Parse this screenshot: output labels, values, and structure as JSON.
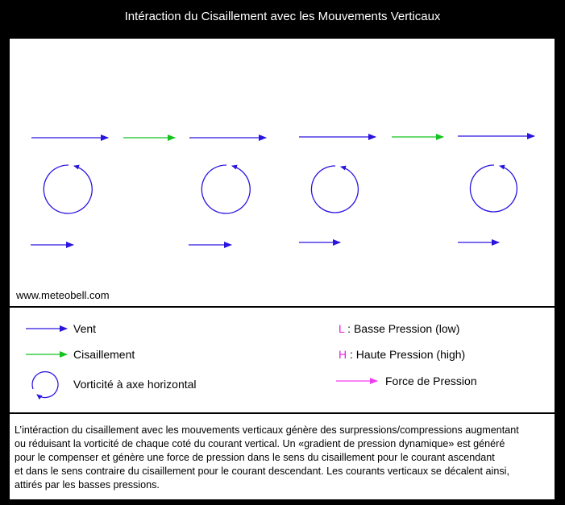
{
  "title": "Intéraction du Cisaillement avec les Mouvements Verticaux",
  "watermark": "www.meteobell.com",
  "colors": {
    "vent": "#2a14e0",
    "cisaillement": "#14c31e",
    "vorticite": "#2a14e0",
    "force_pression": "#f03cf0",
    "pression_letter": "#e61ee6"
  },
  "legend": {
    "vent": "Vent",
    "cisaillement": "Cisaillement",
    "vorticite": "Vorticité à axe horizontal",
    "basse_pression_letter": "L",
    "basse_pression_label": " : Basse Pression (low)",
    "haute_pression_letter": "H",
    "haute_pression_label": " : Haute Pression (high)",
    "force_pression": "Force de Pression"
  },
  "description": [
    "L’intéraction du cisaillement avec les mouvements verticaux génère des surpressions/compressions augmentant",
    "ou réduisant la vorticité de chaque coté du courant vertical. Un «gradient de pression dynamique» est généré",
    "pour le compenser et génère une force de pression dans le sens du cisaillement pour le courant ascendant",
    "et dans le sens contraire du cisaillement pour le courant descendant. Les courants verticaux se décalent ainsi,",
    " attirés par les basses pressions."
  ]
}
